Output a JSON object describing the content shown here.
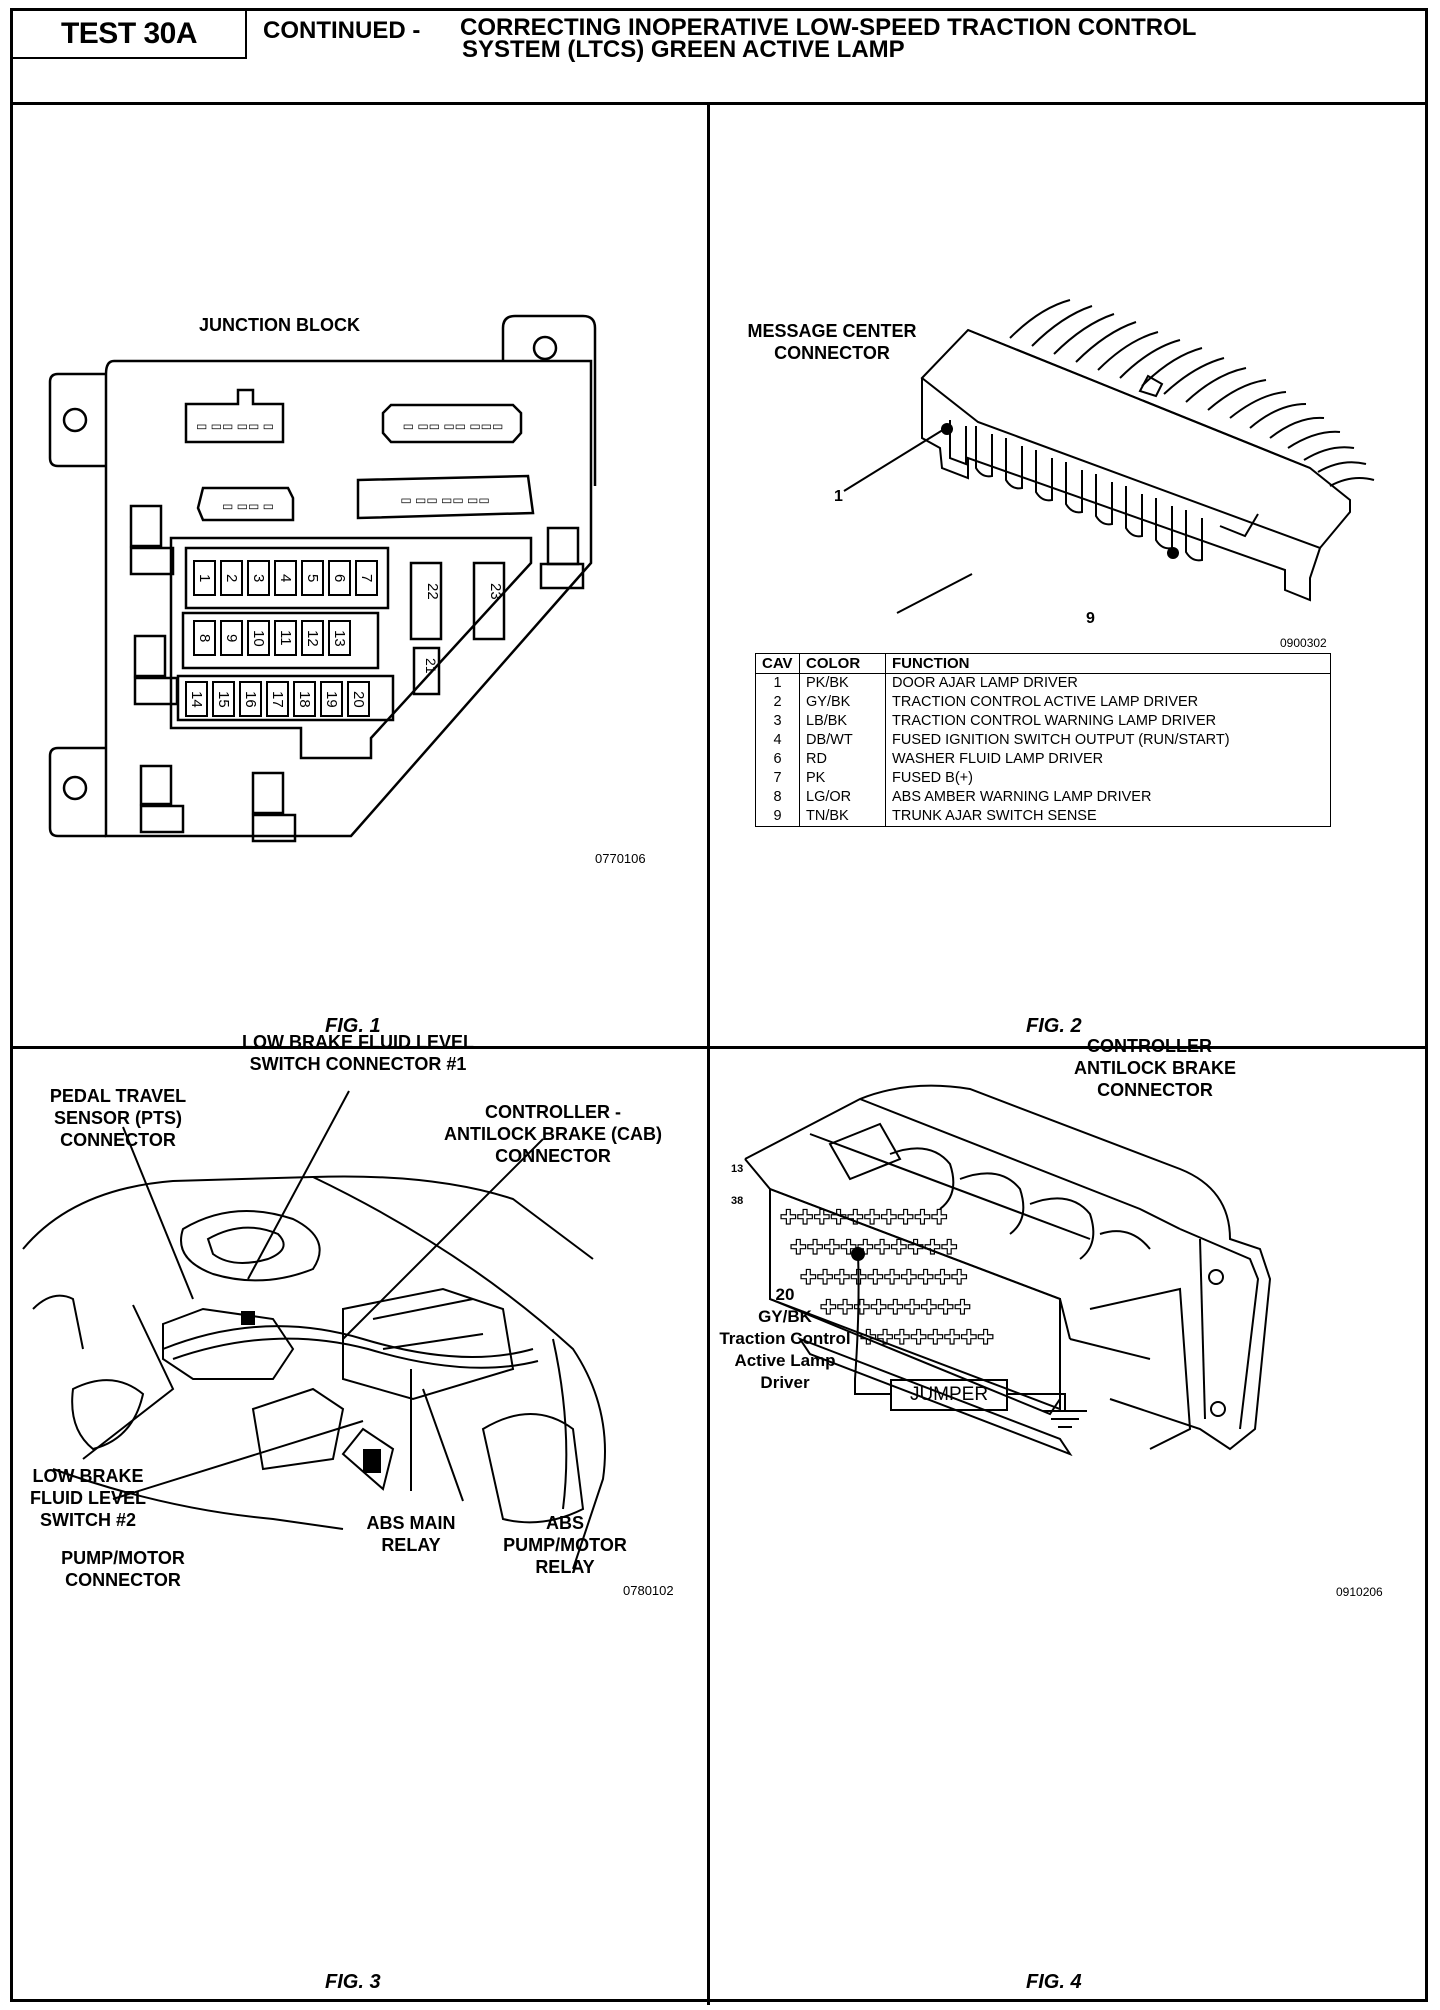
{
  "header": {
    "test_id": "TEST 30A",
    "prefix": "CONTINUED -",
    "title_line1": "CORRECTING INOPERATIVE LOW-SPEED TRACTION CONTROL",
    "title_line2": "SYSTEM (LTCS) GREEN ACTIVE LAMP"
  },
  "fig1": {
    "title": "JUNCTION BLOCK",
    "code": "0770106",
    "caption": "FIG. 1",
    "fuses_row1": [
      "1",
      "2",
      "3",
      "4",
      "5",
      "6",
      "7"
    ],
    "fuses_row2": [
      "8",
      "9",
      "10",
      "11",
      "12",
      "13"
    ],
    "fuses_row3": [
      "14",
      "15",
      "16",
      "17",
      "18",
      "19",
      "20"
    ],
    "fuse_21": "21",
    "fuse_22": "22",
    "fuse_23": "23"
  },
  "fig2": {
    "title_line1": "MESSAGE CENTER",
    "title_line2": "CONNECTOR",
    "pin_1": "1",
    "pin_9": "9",
    "code": "0900302",
    "caption": "FIG. 2",
    "table": {
      "headers": [
        "CAV",
        "COLOR",
        "FUNCTION"
      ],
      "rows": [
        [
          "1",
          "PK/BK",
          "DOOR AJAR LAMP DRIVER"
        ],
        [
          "2",
          "GY/BK",
          "TRACTION CONTROL ACTIVE LAMP DRIVER"
        ],
        [
          "3",
          "LB/BK",
          "TRACTION CONTROL WARNING LAMP DRIVER"
        ],
        [
          "4",
          "DB/WT",
          "FUSED IGNITION SWITCH OUTPUT (RUN/START)"
        ],
        [
          "6",
          "RD",
          "WASHER FLUID LAMP DRIVER"
        ],
        [
          "7",
          "PK",
          "FUSED B(+)"
        ],
        [
          "8",
          "LG/OR",
          "ABS AMBER WARNING LAMP DRIVER"
        ],
        [
          "9",
          "TN/BK",
          "TRUNK AJAR SWITCH SENSE"
        ]
      ]
    }
  },
  "fig3": {
    "low_brake_1_l1": "LOW BRAKE FLUID LEVEL",
    "low_brake_1_l2": "SWITCH CONNECTOR #1",
    "pts_l1": "PEDAL TRAVEL",
    "pts_l2": "SENSOR (PTS)",
    "pts_l3": "CONNECTOR",
    "cab_l1": "CONTROLLER -",
    "cab_l2": "ANTILOCK BRAKE (CAB)",
    "cab_l3": "CONNECTOR",
    "low_brake_2_l1": "LOW BRAKE",
    "low_brake_2_l2": "FLUID LEVEL",
    "low_brake_2_l3": "SWITCH #2",
    "pump_l1": "PUMP/MOTOR",
    "pump_l2": "CONNECTOR",
    "abs_main_l1": "ABS MAIN",
    "abs_main_l2": "RELAY",
    "abs_pump_l1": "ABS",
    "abs_pump_l2": "PUMP/MOTOR",
    "abs_pump_l3": "RELAY",
    "code": "0780102",
    "caption": "FIG. 3"
  },
  "fig4": {
    "title_l1": "CONTROLLER -",
    "title_l2": "ANTILOCK BRAKE",
    "title_l3": "CONNECTOR",
    "pin_13": "13",
    "pin_38": "38",
    "pin_l1": "20",
    "pin_l2": "GY/BK",
    "pin_l3": "Traction Control",
    "pin_l4": "Active Lamp",
    "pin_l5": "Driver",
    "jumper": "JUMPER",
    "code": "0910206",
    "caption": "FIG. 4"
  }
}
